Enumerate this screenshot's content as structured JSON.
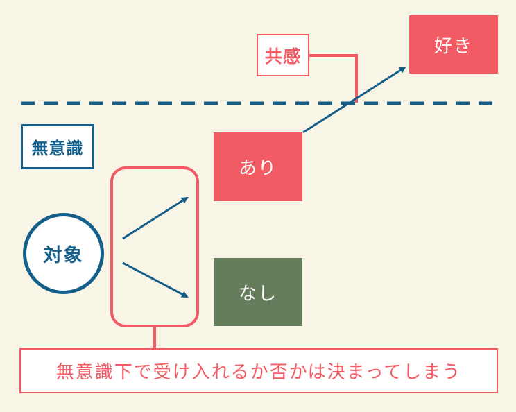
{
  "labels": {
    "like": "好き",
    "empathy": "共感",
    "unconscious": "無意識",
    "yes": "あり",
    "no": "なし",
    "target": "対象",
    "caption": "無意識下で受け入れるか否かは決まってしまう"
  },
  "colors": {
    "background": "#f8f5e6",
    "accent_red": "#f25b63",
    "accent_blue": "#145e8a",
    "accent_green": "#657d5b"
  }
}
